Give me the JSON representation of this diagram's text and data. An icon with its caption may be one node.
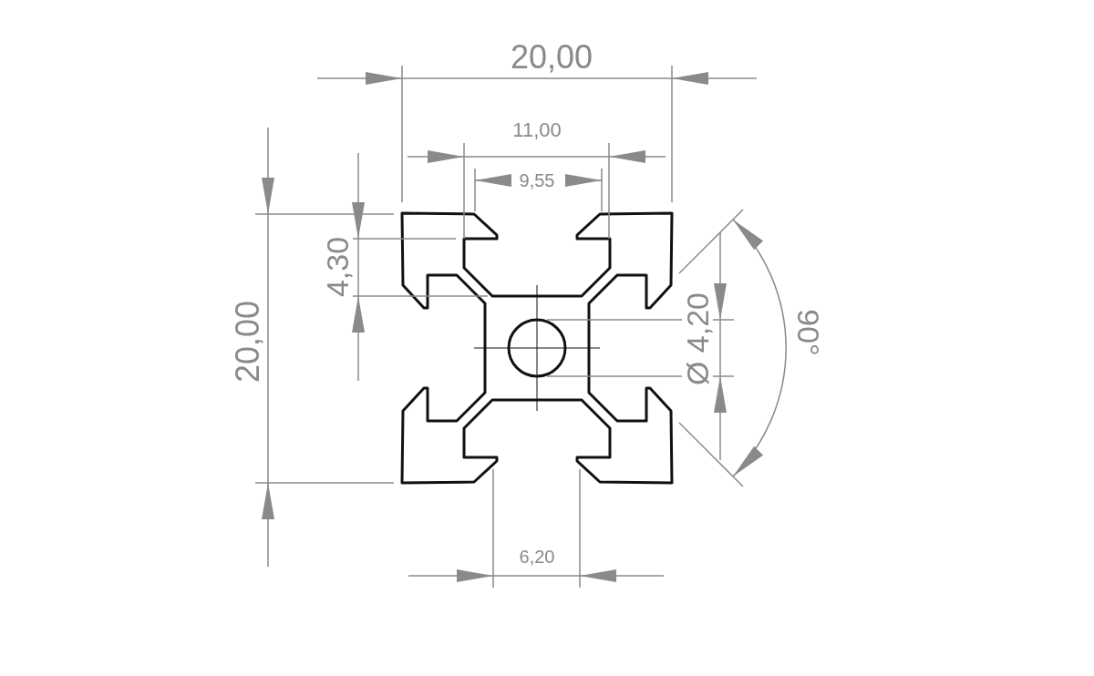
{
  "diagram": {
    "labels": [
      "20,00",
      "11,00",
      "9,55",
      "20,00",
      "4,30",
      "Ø 4,20",
      "90°",
      "6,20"
    ]
  }
}
